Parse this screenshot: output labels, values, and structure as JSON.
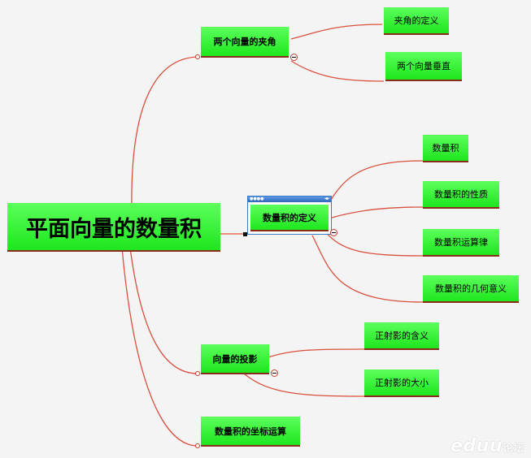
{
  "root": {
    "label": "平面向量的数量积"
  },
  "branches": [
    {
      "label": "两个向量的夹角",
      "children": [
        "夹角的定义",
        "两个向量垂直"
      ]
    },
    {
      "label": "数量积的定义",
      "children": [
        "数量积",
        "数量积的性质",
        "数量积运算律",
        "数量积的几何意义"
      ]
    },
    {
      "label": "向量的投影",
      "children": [
        "正射影的含义",
        "正射影的大小"
      ]
    },
    {
      "label": "数量积的坐标运算",
      "children": []
    }
  ],
  "colors": {
    "node": "#2bf02b",
    "link": "#d9503f",
    "selection": "#3b78c8"
  },
  "icons": {
    "collapse": "minus-circle-icon",
    "window_title": "window-titlebar-icon"
  },
  "watermark": {
    "brand": "eduu",
    "suffix": "论坛"
  }
}
